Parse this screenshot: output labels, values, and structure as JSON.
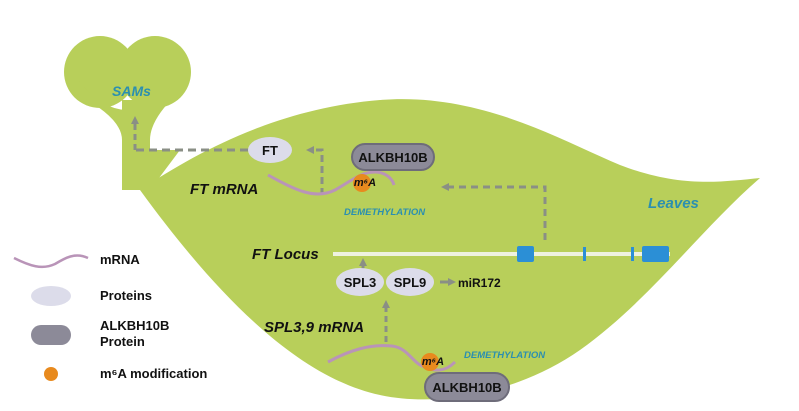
{
  "colors": {
    "leaf": "#b8cf5a",
    "mrna": "#b994b8",
    "protein_fill": "#dcdcea",
    "alkbh_fill": "#8c8a98",
    "alkbh_stroke": "#6e6c7a",
    "m6a": "#e88a1e",
    "arrow": "#8a8f85",
    "locus_line": "#eef2e0",
    "exon": "#2b8fd6",
    "accent_text": "#2b8fb0",
    "text": "#111111"
  },
  "labels": {
    "sams": "SAMs",
    "leaves": "Leaves",
    "ft_protein": "FT",
    "ft_mrna": "FT mRNA",
    "ft_locus": "FT Locus",
    "alkbh_top": "ALKBH10B",
    "alkbh_bottom": "ALKBH10B",
    "m6a_top": "m⁶A",
    "m6a_bottom": "m⁶A",
    "demethylation_top": "DEMETHYLATION",
    "demethylation_bottom": "DEMETHYLATION",
    "spl3": "SPL3",
    "spl9": "SPL9",
    "mir172": "miR172",
    "spl_mrna": "SPL3,9 mRNA"
  },
  "legend": {
    "items": [
      {
        "icon": "mrna-icon",
        "label": "mRNA"
      },
      {
        "icon": "protein-icon",
        "label": "Proteins"
      },
      {
        "icon": "alkbh10b-protein-icon",
        "label_line1": "ALKBH10B",
        "label_line2": "Protein"
      },
      {
        "icon": "m6a-modification-icon",
        "label": "m⁶A modification"
      }
    ]
  }
}
